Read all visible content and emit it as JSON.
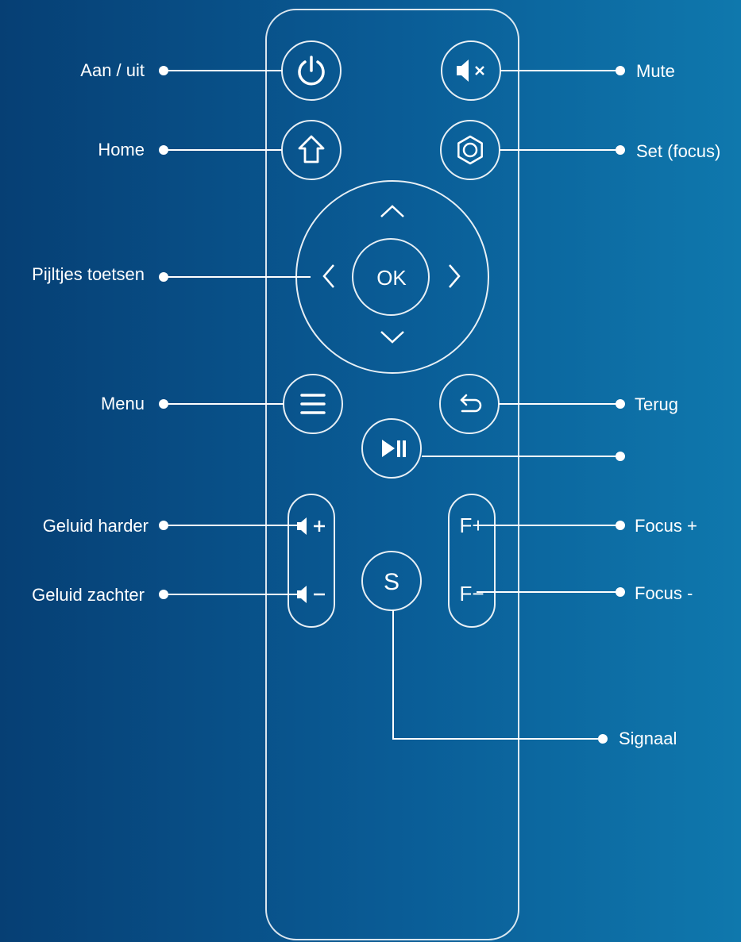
{
  "labels": {
    "power": "Aan / uit",
    "mute": "Mute",
    "home": "Home",
    "settings": "Set (focus)",
    "arrows": "Pijltjes toetsen",
    "menu": "Menu",
    "back": "Terug",
    "play_pause": "",
    "volume_up": "Geluid harder",
    "volume_down": "Geluid zachter",
    "focus_plus": "Focus +",
    "focus_minus": "Focus -",
    "signal": "Signaal"
  },
  "buttons": {
    "ok": "OK",
    "focus_plus": "F+",
    "focus_minus": "F−",
    "signal": "S"
  },
  "icons": {
    "power": "power-icon",
    "mute": "speaker-mute-icon",
    "home": "home-icon",
    "settings": "gear-icon",
    "menu": "hamburger-icon",
    "back": "return-arrow-icon",
    "play_pause": "play-pause-icon",
    "volume_up": "speaker-plus-icon",
    "volume_down": "speaker-minus-icon"
  },
  "colors": {
    "background_left": "#063f74",
    "background_right": "#0f78ad",
    "line": "#ffffff"
  }
}
